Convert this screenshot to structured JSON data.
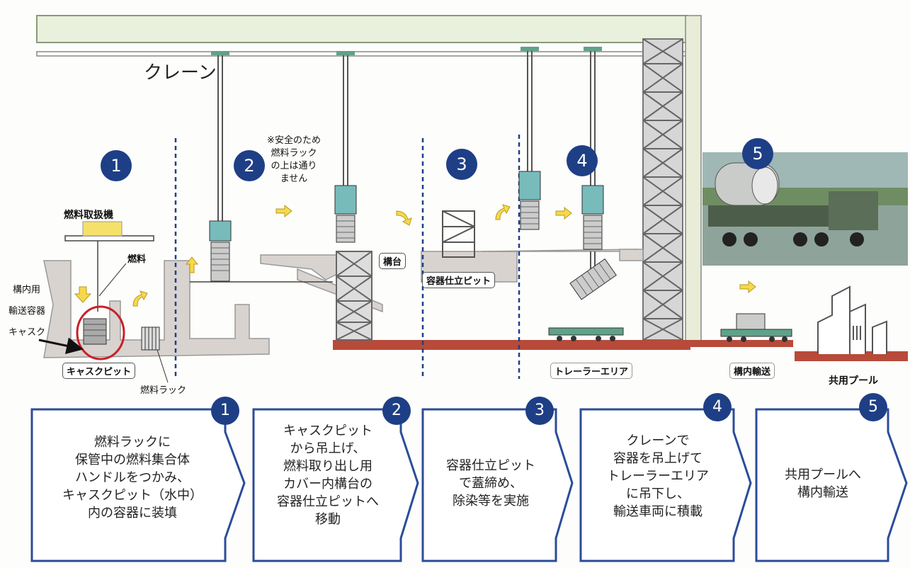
{
  "labels": {
    "crane": "クレーン",
    "fuel_handler": "燃料取扱機",
    "fuel": "燃料",
    "onsite_container_1": "構内用",
    "onsite_container_2": "輸送容器",
    "cask": "キャスク",
    "cask_pit": "キャスクピット",
    "fuel_rack": "燃料ラック",
    "safety_note": [
      "※安全のため",
      "燃料ラック",
      "の上は通り",
      "ません"
    ],
    "platform": "構台",
    "container_pit": "容器仕立ピット",
    "trailer_area": "トレーラーエリア",
    "onsite_transport": "構内輸送",
    "common_pool": "共用プール"
  },
  "scene_numbers": [
    "1",
    "2",
    "3",
    "4",
    "5"
  ],
  "steps": [
    {
      "num": "1",
      "lines": [
        "燃料ラックに",
        "保管中の燃料集合体",
        "ハンドルをつかみ、",
        "キャスクピット（水中）",
        "内の容器に装填"
      ]
    },
    {
      "num": "2",
      "lines": [
        "キャスクピット",
        "から吊上げ、",
        "燃料取り出し用",
        "カバー内構台の",
        "容器仕立ピットへ",
        "移動"
      ]
    },
    {
      "num": "3",
      "lines": [
        "容器仕立ピット",
        "で蓋締め、",
        "除染等を実施"
      ]
    },
    {
      "num": "4",
      "lines": [
        "クレーンで",
        "容器を吊上げて",
        "トレーラーエリア",
        "に吊下し、",
        "輸送車両に積載"
      ]
    },
    {
      "num": "5",
      "lines": [
        "共用プールへ",
        "構内輸送"
      ]
    }
  ],
  "colors": {
    "navy": "#1e3f86",
    "wall": "#d8d3cf",
    "floor_red": "#b84a3a",
    "crane_rail": "#e9f0dc",
    "highlight_red": "#c8202a"
  }
}
